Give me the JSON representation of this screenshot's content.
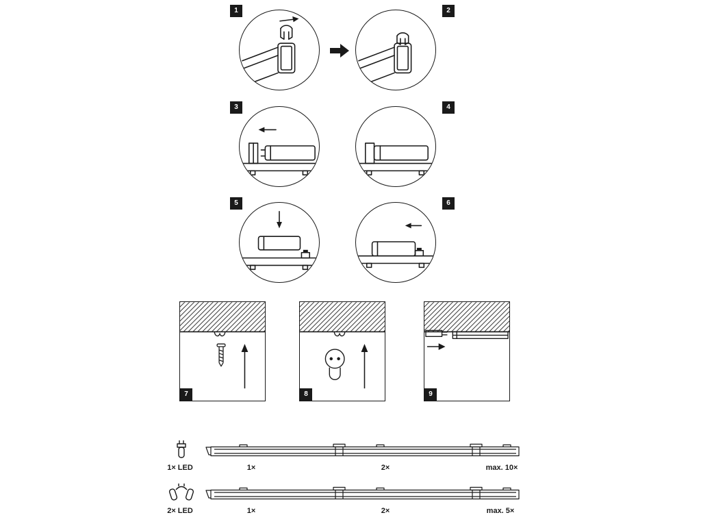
{
  "colors": {
    "ink": "#1a1a1a",
    "background": "#ffffff"
  },
  "steps": [
    {
      "number": "1"
    },
    {
      "number": "2"
    },
    {
      "number": "3"
    },
    {
      "number": "4"
    },
    {
      "number": "5"
    },
    {
      "number": "6"
    },
    {
      "number": "7"
    },
    {
      "number": "8"
    },
    {
      "number": "9"
    }
  ],
  "assembly_rows": [
    {
      "icon": "single-led-tube-icon",
      "icon_label": "1× LED",
      "segment_labels": [
        "1×",
        "2×",
        "max. 10×"
      ]
    },
    {
      "icon": "double-led-tube-icon",
      "icon_label": "2× LED",
      "segment_labels": [
        "1×",
        "2×",
        "max. 5×"
      ]
    }
  ]
}
